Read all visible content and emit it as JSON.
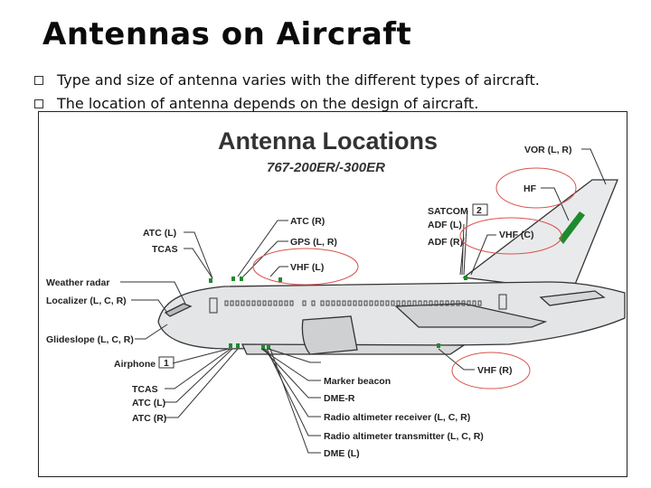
{
  "slide": {
    "title": "Antennas on Aircraft",
    "bullets": [
      "Type and size of antenna varies with the different types of aircraft.",
      "The location of antenna depends on the design of aircraft."
    ]
  },
  "figure": {
    "title": "Antenna Locations",
    "subtitle": "767-200ER/-300ER",
    "labels": {
      "vor": "VOR (L, R)",
      "hf": "HF",
      "satcom": "SATCOM",
      "satcom_num": "2",
      "adf_l": "ADF (L)",
      "adf_r": "ADF (R)",
      "vhf_c": "VHF (C)",
      "atc_r_top": "ATC (R)",
      "gps": "GPS (L, R)",
      "vhf_l": "VHF (L)",
      "atc_l_top": "ATC (L)",
      "tcas_top": "TCAS",
      "weather_radar": "Weather radar",
      "localizer": "Localizer (L, C, R)",
      "glideslope": "Glideslope (L, C, R)",
      "airphone": "Airphone",
      "airphone_num": "1",
      "tcas_bottom": "TCAS",
      "atc_l_bottom": "ATC (L)",
      "atc_r_bottom": "ATC (R)",
      "marker_beacon": "Marker beacon",
      "dme_r": "DME-R",
      "radio_alt_rx": "Radio altimeter receiver (L, C, R)",
      "radio_alt_tx": "Radio altimeter transmitter (L, C, R)",
      "dme_l": "DME (L)",
      "vhf_r": "VHF (R)"
    },
    "colors": {
      "highlight": "#d9534f",
      "antenna": "#1e8a2e"
    }
  }
}
